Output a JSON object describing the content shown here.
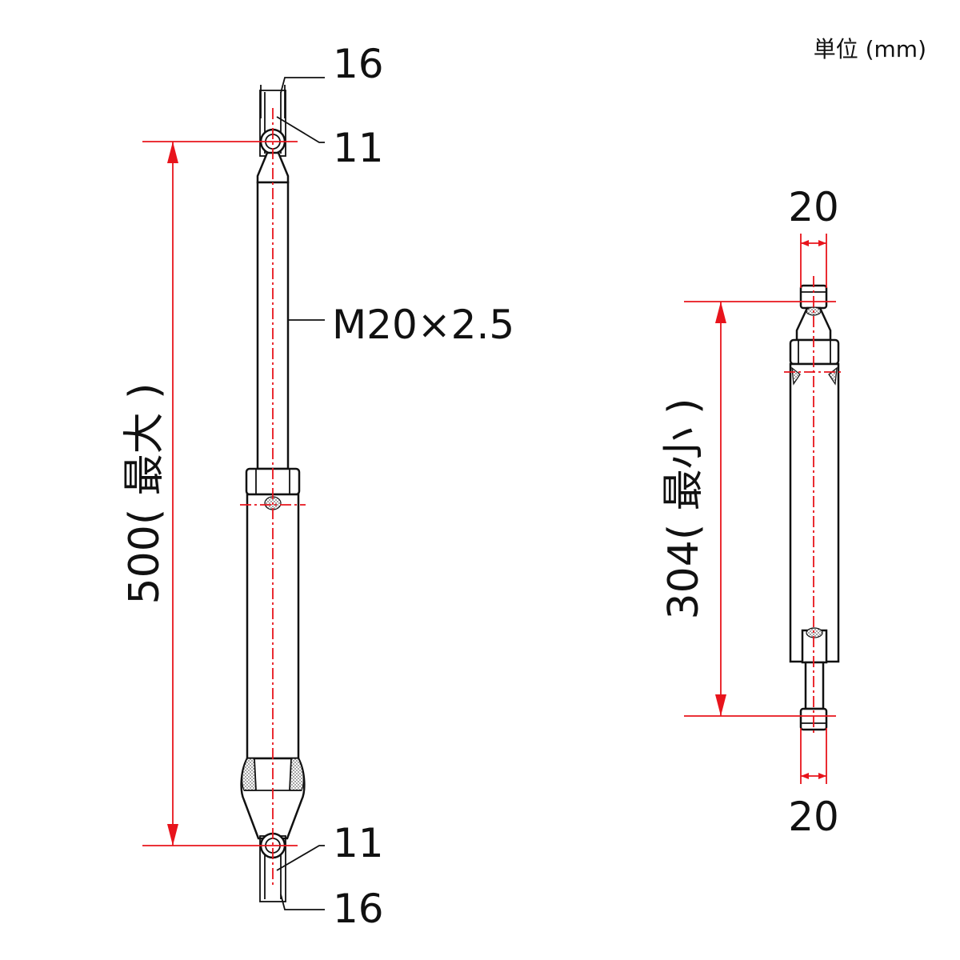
{
  "units_label": "単位 (mm)",
  "left_part": {
    "top_outer_dia": "16",
    "top_pin_dia": "11",
    "thread_label": "M20×2.5",
    "length_label": "500( 最大 )",
    "bottom_pin_dia": "11",
    "bottom_outer_dia": "16"
  },
  "right_part": {
    "top_width": "20",
    "length_label": "304( 最小 )",
    "bottom_width": "20"
  },
  "colors": {
    "line": "#111111",
    "dimension": "#e8141c"
  }
}
